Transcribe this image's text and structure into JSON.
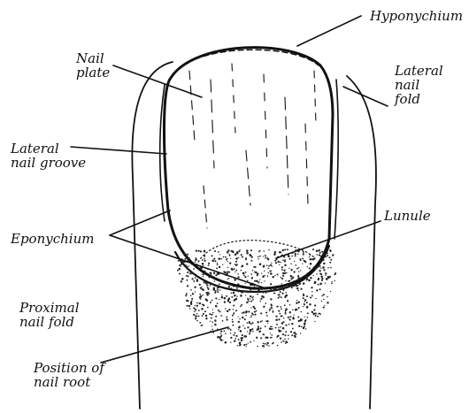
{
  "labels": {
    "hyponychium": "Hyponychium",
    "nail_plate": [
      "Nail",
      "plate"
    ],
    "lateral_nail_fold": [
      "Lateral",
      "nail",
      "fold"
    ],
    "lateral_nail_groove": [
      "Lateral",
      "nail groove"
    ],
    "lunule": "Lunule",
    "eponychium": "Eponychium",
    "proximal_nail_fold": [
      "Proximal",
      "nail fold"
    ],
    "nail_root": [
      "Position of",
      "nail root"
    ]
  },
  "colors": {
    "ink": "#111111",
    "background": "#ffffff"
  }
}
